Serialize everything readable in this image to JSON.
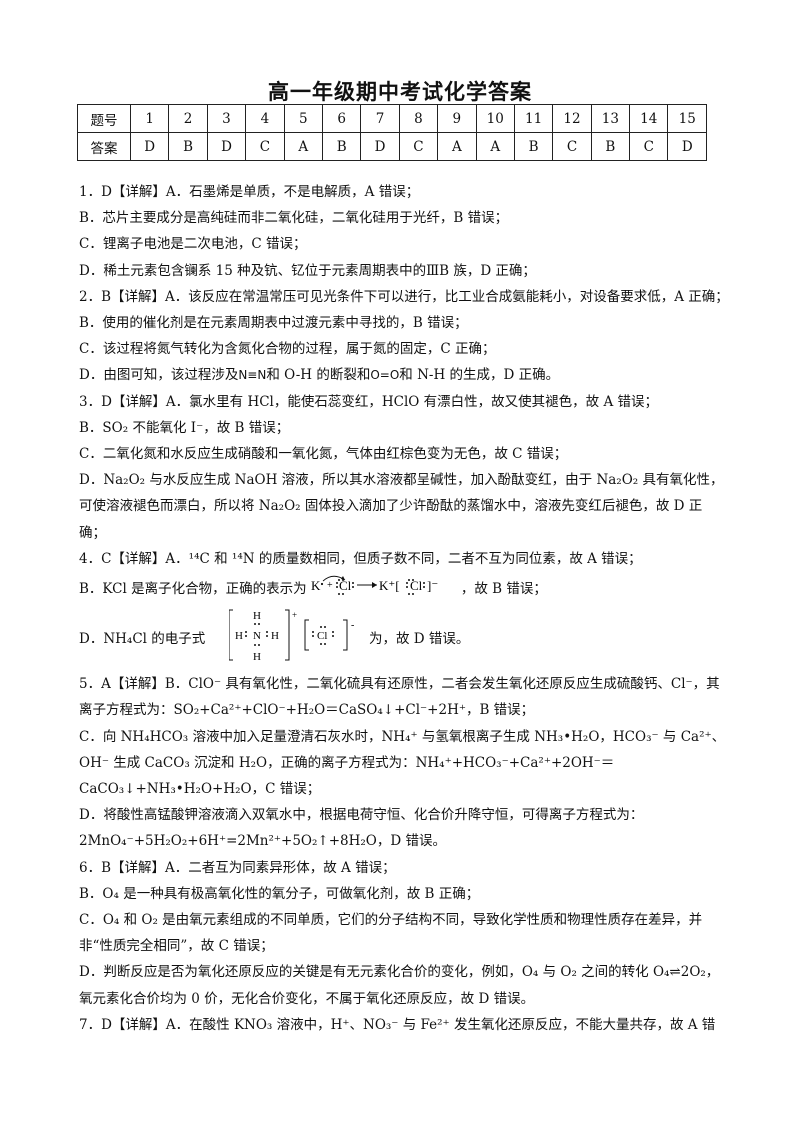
{
  "title": "高一年级期中考试化学答案",
  "table": {
    "header_label": "题号",
    "answer_label": "答案",
    "numbers": [
      "1",
      "2",
      "3",
      "4",
      "5",
      "6",
      "7",
      "8",
      "9",
      "10",
      "11",
      "12",
      "13",
      "14",
      "15"
    ],
    "answers": [
      "D",
      "B",
      "D",
      "C",
      "A",
      "B",
      "D",
      "C",
      "A",
      "A",
      "B",
      "C",
      "B",
      "C",
      "D"
    ]
  },
  "lines": {
    "l1": "1．D【详解】A．石墨烯是单质，不是电解质，A 错误；",
    "l2": "B．芯片主要成分是高纯硅而非二氧化硅，二氧化硅用于光纤，B 错误；",
    "l3": "C．锂离子电池是二次电池，C 错误；",
    "l4": "D．稀土元素包含镧系 15 种及钪、钇位于元素周期表中的ⅢB 族，D 正确；",
    "l5": "2．B【详解】A．该反应在常温常压可见光条件下可以进行，比工业合成氨能耗小，对设备要求低，A 正确；",
    "l6": "B．使用的催化剂是在元素周期表中过渡元素中寻找的，B 错误；",
    "l7": "C．该过程将氮气转化为含氮化合物的过程，属于氮的固定，C 正确；",
    "l8a": "D．由图可知，该过程涉及",
    "l8b": "N≡N",
    "l8c": "和 O-H 的断裂和",
    "l8d": "O=O",
    "l8e": "和 N-H 的生成，D 正确。",
    "l9": "3．D【详解】A．氯水里有 HCl，能使石蕊变红，HClO 有漂白性，故又使其褪色，故 A 错误；",
    "l10": "B．SO₂ 不能氧化 I⁻，故 B 错误；",
    "l11": "C．二氧化氮和水反应生成硝酸和一氧化氮，气体由红棕色变为无色，故 C 错误；",
    "l12": "D．Na₂O₂ 与水反应生成 NaOH 溶液，所以其水溶液都呈碱性，加入酚酞变红，由于 Na₂O₂ 具有氧化性，可使溶液褪色而漂白，所以将 Na₂O₂ 固体投入滴加了少许酚酞的蒸馏水中，溶液先变红后褪色，故 D 正确；",
    "l13": "4．C【详解】A．¹⁴C 和 ¹⁴N 的质量数相同，但质子数不同，二者不互为同位素，故 A 错误；",
    "l14a": "B．KCl 是离子化合物，正确的表示为",
    "l14b": "K",
    "l14c": "Cl",
    "l14d": "K⁺[",
    "l14e": "]⁻",
    "l14f": "，故 B 错误；",
    "l15a": "D．NH₄Cl 的电子式",
    "l15b": "为，故 D 错误。",
    "l16": "5．A【详解】B．ClO⁻ 具有氧化性，二氧化硫具有还原性，二者会发生氧化还原反应生成硫酸钙、Cl⁻，其离子方程式为：SO₂+Ca²⁺+ClO⁻+H₂O＝CaSO₄↓+Cl⁻+2H⁺，B 错误；",
    "l17": "C．向 NH₄HCO₃ 溶液中加入足量澄清石灰水时，NH₄⁺ 与氢氧根离子生成 NH₃•H₂O，HCO₃⁻ 与 Ca²⁺、OH⁻ 生成 CaCO₃ 沉淀和 H₂O，正确的离子方程式为：NH₄⁺+HCO₃⁻+Ca²⁺+2OH⁻＝CaCO₃↓+NH₃•H₂O+H₂O，C 错误；",
    "l18": "D．将酸性高锰酸钾溶液滴入双氧水中，根据电荷守恒、化合价升降守恒，可得离子方程式为：2MnO₄⁻+5H₂O₂+6H⁺=2Mn²⁺+5O₂↑+8H₂O，D 错误。",
    "l19": "6．B【详解】A．二者互为同素异形体，故 A 错误；",
    "l20": "B．O₄ 是一种具有极高氧化性的氧分子，可做氧化剂，故 B 正确；",
    "l21": "C．O₄ 和 O₂ 是由氧元素组成的不同单质，它们的分子结构不同，导致化学性质和物理性质存在差异，并非“性质完全相同”，故 C 错误；",
    "l22": "D．判断反应是否为氧化还原反应的关键是有无元素化合价的变化，例如，O₄ 与 O₂ 之间的转化 O₄⇌2O₂，氧元素化合价均为 0 价，无化合价变化，不属于氧化还原反应，故 D 错误。",
    "l23": "7．D【详解】A．在酸性 KNO₃ 溶液中，H⁺、NO₃⁻ 与 Fe²⁺ 发生氧化还原反应，不能大量共存，故 A 错"
  },
  "lewis_nh4": {
    "h": "H",
    "n": "N",
    "cl": "Cl",
    "plus": "+",
    "minus": "-"
  }
}
